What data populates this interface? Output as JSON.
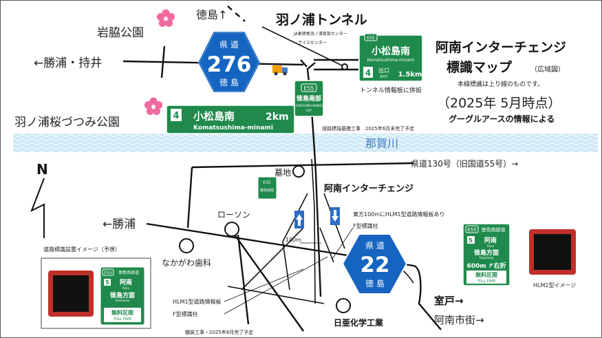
{
  "title": {
    "line1": "阿南インターチェンジ",
    "line2": "標識マップ",
    "scope": "（広域図）",
    "note": "本線標識は上り線のものです。",
    "date": "（2025年 5月時点）",
    "source": "グーグルアースの情報による"
  },
  "places": {
    "tokushima_up": "徳島↑",
    "tunnel": "羽ノ浦トンネル",
    "iwaki_park": "岩脇公園",
    "katsuura_mochii": "←勝浦・持井",
    "sakura_park": "羽ノ浦桜づつみ公園",
    "river": "那賀川",
    "pref130": "県道130号（旧国道55号）→",
    "cemetery": "墓地",
    "anan_ic": "阿南インターチェンジ",
    "katsuura": "←勝浦",
    "lawson": "ローソン",
    "dental": "なかがわ歯科",
    "muroto": "室戸→",
    "anan_city": "阿南市街→",
    "nichia": "日亜化学工業",
    "ja_center": "JA東徳島羽ノ浦育苗センター",
    "rice_center": "ライスセンター"
  },
  "annotations": {
    "tunnel_board": "トンネル情報板に併設",
    "sign_base_work": "道路標識基礎工事　2025年6月末完了予定",
    "east_board": "東方100mにHLM1型道路情報板あり",
    "f_pole_top": "F型標識柱",
    "dist_100m": "100m",
    "hlm1_board": "HLM1型道路情報板",
    "f_pole_bottom": "F型標識柱",
    "paving_work": "舗装工事・2025年8月完了予定",
    "install_image": "道路標識設置イメージ（予想）",
    "hlm1_image": "HLM1型イメージ"
  },
  "compass": {
    "label": "N"
  },
  "shields": {
    "r276": {
      "top": "県 道",
      "num": "276",
      "bottom": "徳 島"
    },
    "r22": {
      "top": "県 道",
      "num": "22",
      "bottom": "徳 島"
    }
  },
  "sign_komatsushima_exit": {
    "route": "E55",
    "name": "小松島南",
    "roman": "Komatsushima-minami",
    "exit_no": "4",
    "exit_label": "出口",
    "exit_en": "EXIT",
    "distance": "1.5km"
  },
  "sign_komatsushima_2km": {
    "exit_no": "4",
    "name": "小松島南",
    "distance": "2km",
    "roman": "Komatsushima-minami"
  },
  "sign_tokushima_nanbu": {
    "route": "E55",
    "name": "徳島南部",
    "roman": "TOKUSHIMA-NANBU",
    "exp": "EXP"
  },
  "sign_small": {
    "route": "E55",
    "name": "徳島南部"
  },
  "sign_entrance_right": {
    "route": "E55",
    "name": "徳島南部道",
    "exit_no": "5",
    "dest": "阿南",
    "dest_en": "Anan",
    "dir": "徳島方面",
    "dir_en": "Tokushima",
    "turn": "600m ↱右折",
    "free": "無料区間",
    "free_en": "TOLL FREE"
  },
  "sign_entrance_left": {
    "route": "E55",
    "name": "徳島南部道",
    "exit_no": "5",
    "dest": "阿南",
    "dest_en": "Anan",
    "dir": "徳島方面",
    "dir_en": "Tokushima",
    "free": "無料区間",
    "free_en": "TOLL FREE"
  },
  "colors": {
    "sign_green": "#1f8a4c",
    "shield_blue": "#1565c0",
    "river_blue": "#cfe9f7",
    "river_text": "#3a78b8",
    "hlm_red": "#c0302a",
    "sakura_pink": "#f06aa0"
  }
}
